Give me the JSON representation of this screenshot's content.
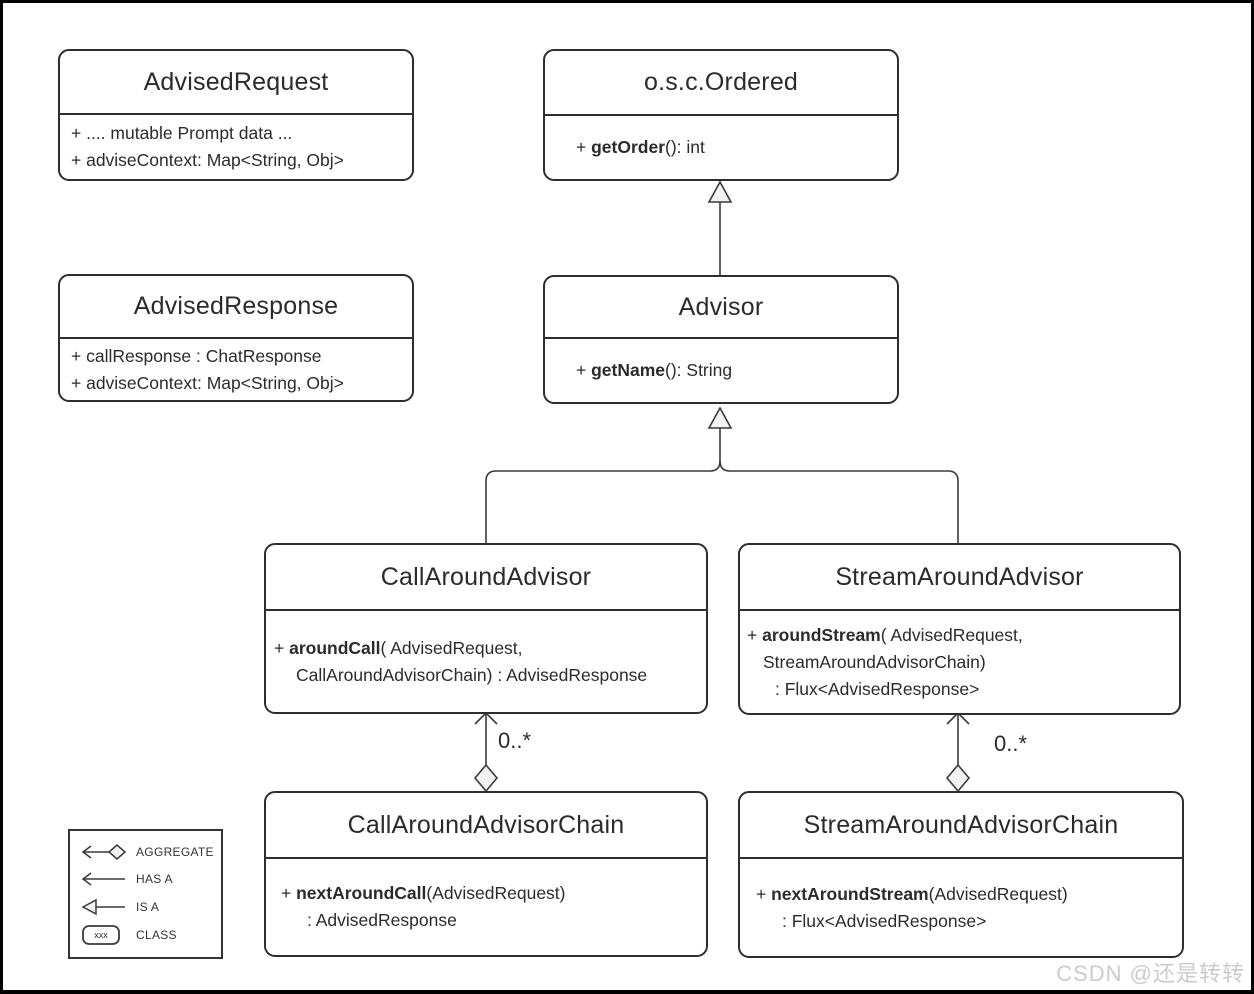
{
  "classes": {
    "advised_request": {
      "title": "AdvisedRequest",
      "attr1": "+ .... mutable Prompt data ...",
      "attr2": "+ adviseContext: Map<String, Obj>"
    },
    "ordered": {
      "title": "o.s.c.Ordered",
      "m1_prefix": "+ ",
      "m1_name": "getOrder",
      "m1_rest": "(): int"
    },
    "advised_response": {
      "title": "AdvisedResponse",
      "attr1": "+ callResponse : ChatResponse",
      "attr2": "+ adviseContext: Map<String, Obj>"
    },
    "advisor": {
      "title": "Advisor",
      "m1_prefix": "+ ",
      "m1_name": "getName",
      "m1_rest": "(): String"
    },
    "call_around_advisor": {
      "title": "CallAroundAdvisor",
      "m1_prefix": "+ ",
      "m1_name": "aroundCall",
      "m1_rest": "( AdvisedRequest,",
      "m1_line2": "CallAroundAdvisorChain) : AdvisedResponse"
    },
    "stream_around_advisor": {
      "title": "StreamAroundAdvisor",
      "m1_prefix": "+ ",
      "m1_name": "aroundStream",
      "m1_rest": "( AdvisedRequest,",
      "m1_line2": "StreamAroundAdvisorChain)",
      "m1_line3": ": Flux<AdvisedResponse>"
    },
    "call_around_advisor_chain": {
      "title": "CallAroundAdvisorChain",
      "m1_prefix": "+ ",
      "m1_name": "nextAroundCall",
      "m1_rest": "(AdvisedRequest)",
      "m1_line2": ": AdvisedResponse"
    },
    "stream_around_advisor_chain": {
      "title": "StreamAroundAdvisorChain",
      "m1_prefix": "+ ",
      "m1_name": "nextAroundStream",
      "m1_rest": "(AdvisedRequest)",
      "m1_line2": ": Flux<AdvisedResponse>"
    }
  },
  "relations": {
    "call_chain_multiplicity": "0..*",
    "stream_chain_multiplicity": "0..*"
  },
  "legend": {
    "items": [
      {
        "label": "AGGREGATE"
      },
      {
        "label": "HAS A"
      },
      {
        "label": "IS A"
      },
      {
        "label": "CLASS"
      }
    ],
    "class_icon_text": "xxx"
  },
  "watermark": "CSDN @还是转转",
  "colors": {
    "line": "#3a3a3a",
    "box_border": "#2e2e2e",
    "text": "#2b2b2b",
    "shape_fill": "#f2f2f2",
    "watermark": "#cbcbcb"
  }
}
